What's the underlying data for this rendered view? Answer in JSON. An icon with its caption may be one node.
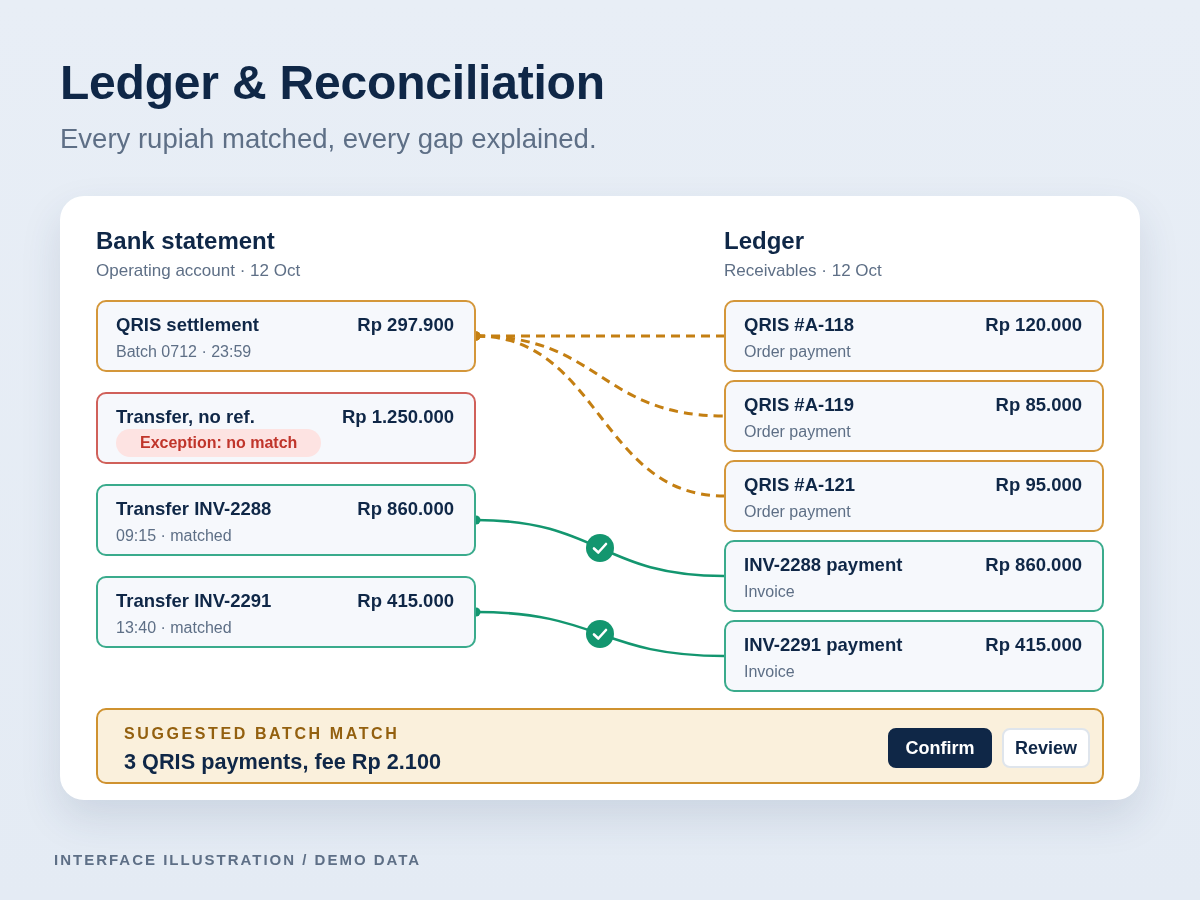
{
  "diagram": {
    "title": "Ledger & Reconciliation",
    "caption": "INTERFACE ILLUSTRATION / DEMO DATA",
    "nodes": [
      {
        "text": [
          "QRIS settlement",
          "Rp 297.900",
          "Batch 0712 · 23:59"
        ]
      },
      {
        "text": [
          "Transfer, no ref.",
          "Rp 1.250.000",
          "Exception: no match"
        ]
      },
      {
        "text": [
          "Transfer INV-2288",
          "Rp 860.000",
          "09:15 · matched"
        ]
      },
      {
        "text": [
          "Transfer INV-2291",
          "Rp 415.000",
          "13:40 · matched"
        ]
      },
      {
        "text": [
          "QRIS #A-118",
          "Rp 120.000",
          "Order payment"
        ]
      },
      {
        "text": [
          "QRIS #A-119",
          "Rp 85.000",
          "Order payment"
        ]
      },
      {
        "text": [
          "QRIS #A-121",
          "Rp 95.000",
          "Order payment"
        ]
      },
      {
        "text": [
          "INV-2288 payment",
          "Rp 860.000",
          "Invoice"
        ]
      },
      {
        "text": [
          "INV-2291 payment",
          "Rp 415.000",
          "Invoice"
        ]
      },
      {
        "text": [
          "SUGGESTED BATCH MATCH",
          "3 QRIS payments, fee Rp 2.100"
        ]
      },
      {
        "text": [
          "Confirm"
        ],
        "in": 9
      },
      {
        "text": [
          "Review"
        ],
        "in": 9
      }
    ],
    "edges": [
      {
        "from": 0,
        "to": 4,
        "arrow": "other",
        "style": "dashed",
        "color": "#c47f12"
      },
      {
        "from": 0,
        "to": 5,
        "arrow": "other",
        "style": "dashed",
        "color": "#c47f12"
      },
      {
        "from": 0,
        "to": 6,
        "arrow": "other",
        "style": "dashed",
        "color": "#c47f12"
      },
      {
        "from": 2,
        "to": 7,
        "arrow": "other",
        "color": "#13966f"
      },
      {
        "from": 3,
        "to": 8,
        "arrow": "other",
        "color": "#13966f"
      }
    ],
    "labels": [
      "Every rupiah matched, every gap explained.",
      "Bank statement",
      "Operating account · 12 Oct",
      "Ledger",
      "Receivables · 12 Oct"
    ]
  }
}
